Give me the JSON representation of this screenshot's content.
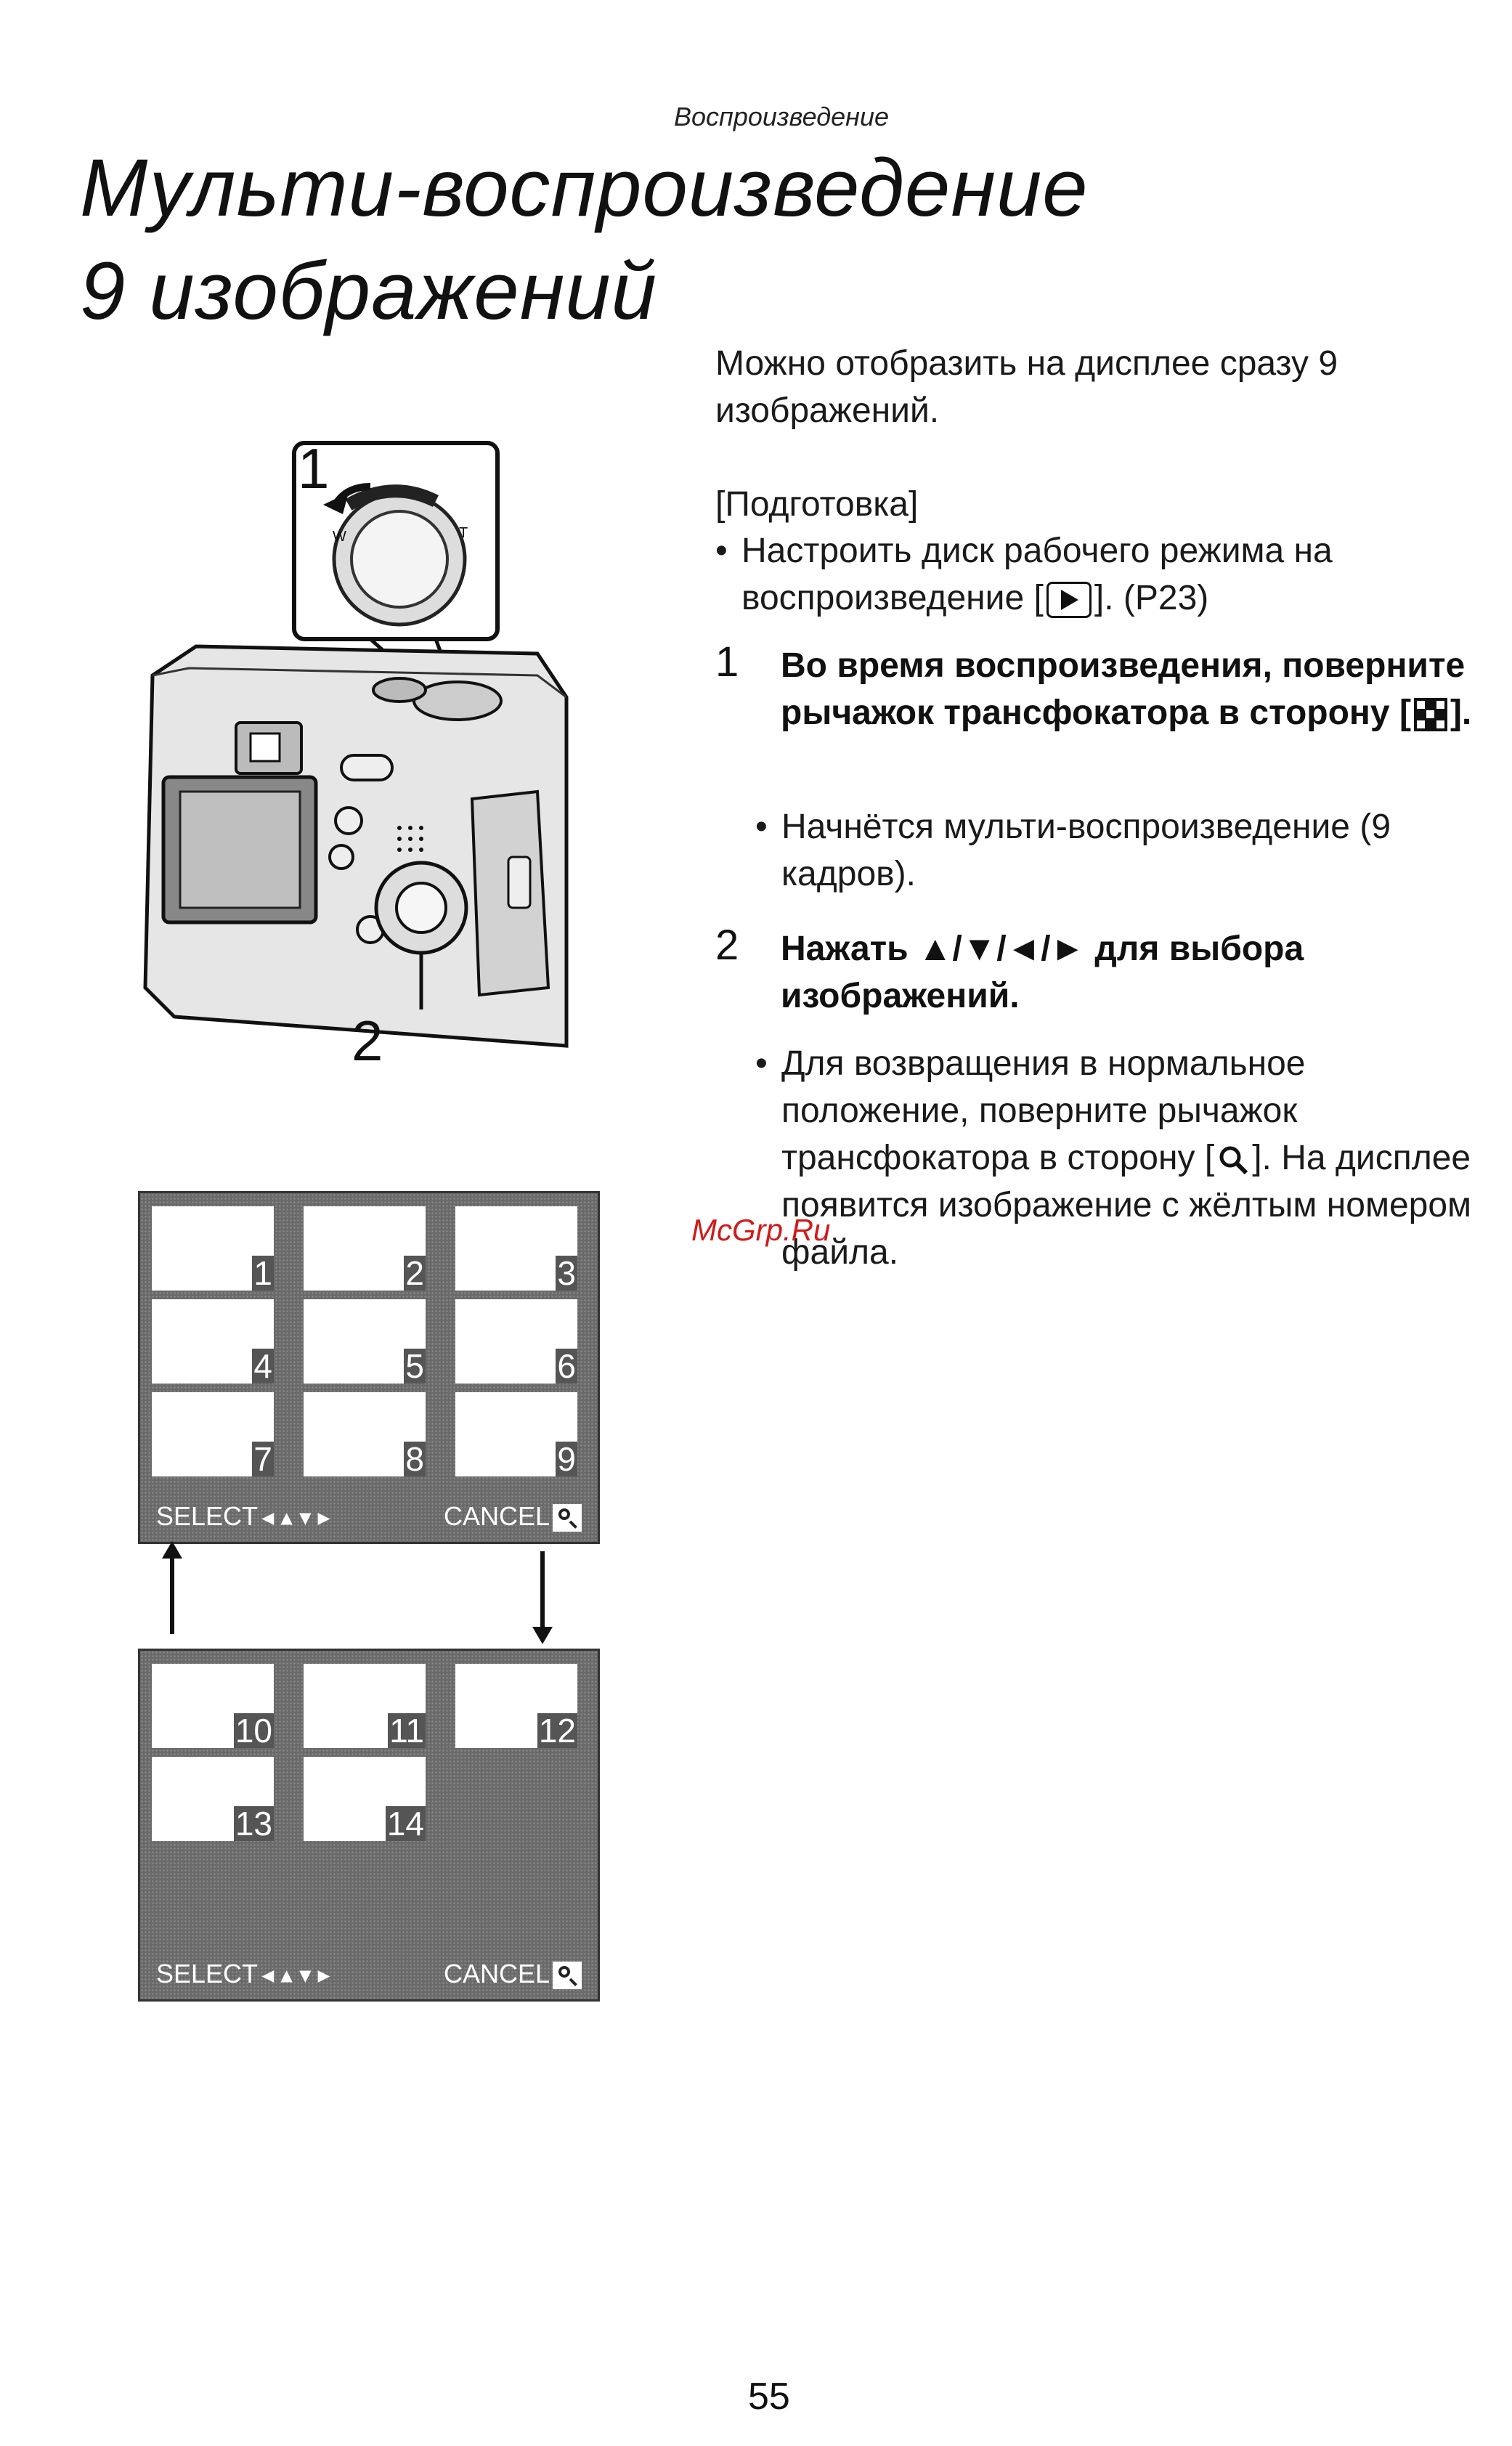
{
  "header": {
    "section": "Воспроизведение"
  },
  "title": {
    "line1": "Мульти-воспроизведение",
    "line2": "9 изображений"
  },
  "intro": "Можно отобразить на дисплее сразу 9 изображений.",
  "preparation": {
    "heading": "[Подготовка]",
    "bullet_before": "Настроить диск рабочего режима на воспроизведение [",
    "bullet_icon": "play-icon",
    "bullet_after": "]. (P23)"
  },
  "steps": [
    {
      "number": "1",
      "title_before": "Во время воспроизведения, поверните рычажок трансфокатора в сторону [",
      "title_icon": "multi-playback-icon",
      "title_after": "].",
      "bullet": "Начнётся мульти-воспроизведение (9 кадров)."
    },
    {
      "number": "2",
      "title": "Нажать ▲/▼/◄/► для выбора изображений.",
      "bullet_before": "Для возвращения в нормальное положение, поверните рычажок трансфокатора в сторону [",
      "bullet_icon": "magnifier-icon",
      "bullet_after": "]. На дисплее появится изображение с жёлтым номером файла."
    }
  ],
  "illustration": {
    "label_1": "1",
    "label_2": "2",
    "dial_w": "W",
    "dial_t": "T"
  },
  "screen_a": {
    "thumbs": [
      "1",
      "2",
      "3",
      "4",
      "5",
      "6",
      "7",
      "8",
      "9"
    ],
    "select_label": "SELECT",
    "cancel_label": "CANCEL"
  },
  "screen_b": {
    "thumbs": [
      "10",
      "11",
      "12",
      "13",
      "14"
    ],
    "select_label": "SELECT",
    "cancel_label": "CANCEL"
  },
  "watermark": "McGrp.Ru",
  "page_number": "55"
}
